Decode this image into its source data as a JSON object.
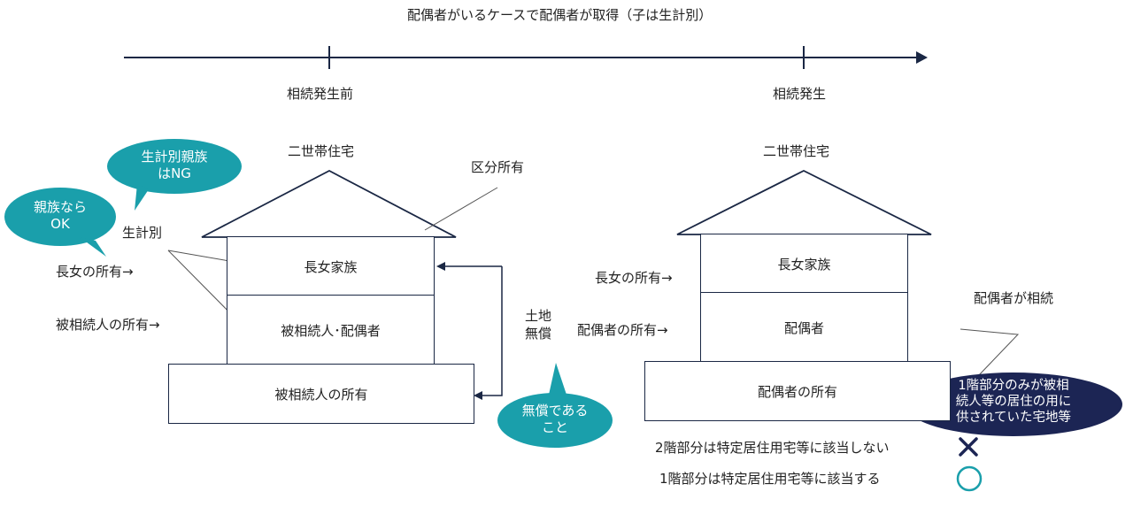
{
  "title": "配偶者がいるケースで配偶者が取得（子は生計別）",
  "timeline": {
    "before": "相続発生前",
    "after": "相続発生"
  },
  "left": {
    "house_label": "二世帯住宅",
    "kubun": "区分所有",
    "seikei": "生計別",
    "owner_upper": "長女の所有→",
    "owner_lower": "被相続人の所有→",
    "floor2": "長女家族",
    "floor1": "被相続人･配偶者",
    "land": "被相続人の所有",
    "land_free": [
      "土地",
      "無償"
    ],
    "bubble_ng": [
      "生計別親族",
      "はNG"
    ],
    "bubble_ok": [
      "親族なら",
      "OK"
    ],
    "bubble_free": [
      "無償である",
      "こと"
    ]
  },
  "right": {
    "house_label": "二世帯住宅",
    "owner_upper": "長女の所有→",
    "owner_lower": "配偶者の所有→",
    "floor2": "長女家族",
    "floor1": "配偶者",
    "land": "配偶者の所有",
    "spouse_inherits": "配偶者が相続",
    "bubble_note": [
      "1階部分のみが被相",
      "続人等の居住の用に",
      "供されていた宅地等"
    ],
    "result2": "2階部分は特定居住用宅等に該当しない",
    "result1": "1階部分は特定居住用宅等に該当する"
  },
  "colors": {
    "navy": "#1a2744",
    "teal": "#1a9fab",
    "dark_bubble": "#1c2554"
  }
}
